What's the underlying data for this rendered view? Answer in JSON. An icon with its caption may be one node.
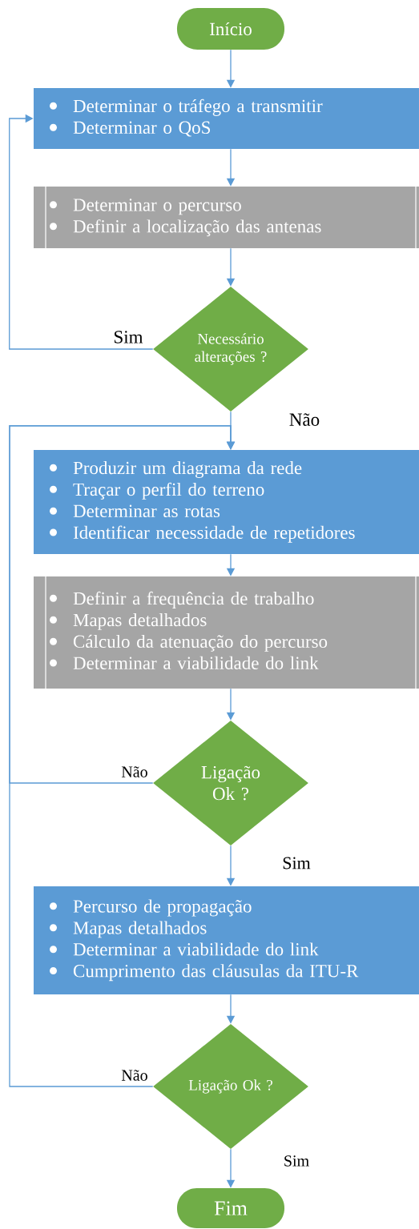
{
  "diagram": {
    "nodes": [
      {
        "text": [
          "Início"
        ]
      },
      {
        "text": [
          "Determinar o tráfego a transmitir",
          "Determinar o QoS"
        ]
      },
      {
        "text": [
          "Determinar o percurso",
          "Definir a localização das antenas"
        ]
      },
      {
        "text": [
          "Necessário alterações ?"
        ]
      },
      {
        "text": [
          "Produzir um diagrama da rede",
          "Traçar o perfil do terreno",
          "Determinar as rotas",
          "Identificar necessidade de repetidores"
        ]
      },
      {
        "text": [
          "Definir a frequência de trabalho",
          "Mapas detalhados",
          "Cálculo da atenuação do percurso",
          "Determinar a viabilidade do link"
        ]
      },
      {
        "text": [
          "Ligação Ok ?"
        ]
      },
      {
        "text": [
          "Percurso de propagação",
          "Mapas detalhados",
          "Determinar a viabilidade do link",
          "Cumprimento das cláusulas da ITU-R"
        ]
      },
      {
        "text": [
          "Ligação Ok ?"
        ]
      },
      {
        "text": [
          "Fim"
        ]
      }
    ],
    "edges": [
      {
        "from": 0,
        "to": 1,
        "arrow": "to"
      },
      {
        "from": 1,
        "to": 2,
        "arrow": "to"
      },
      {
        "from": 2,
        "to": 3,
        "arrow": "to"
      },
      {
        "from": 3,
        "to": 1,
        "arrow": "to",
        "label": "Sim"
      },
      {
        "from": 3,
        "to": 4,
        "arrow": "to",
        "label": "Não"
      },
      {
        "from": 4,
        "to": 5,
        "arrow": "to"
      },
      {
        "from": 5,
        "to": 6,
        "arrow": "to"
      },
      {
        "from": 6,
        "to": 4,
        "arrow": "to",
        "label": "Não"
      },
      {
        "from": 6,
        "to": 7,
        "arrow": "to",
        "label": "Sim"
      },
      {
        "from": 7,
        "to": 8,
        "arrow": "to"
      },
      {
        "from": 8,
        "to": 4,
        "arrow": "to",
        "label": "Não"
      },
      {
        "from": 8,
        "to": 9,
        "arrow": "to",
        "label": "Sim"
      }
    ]
  }
}
